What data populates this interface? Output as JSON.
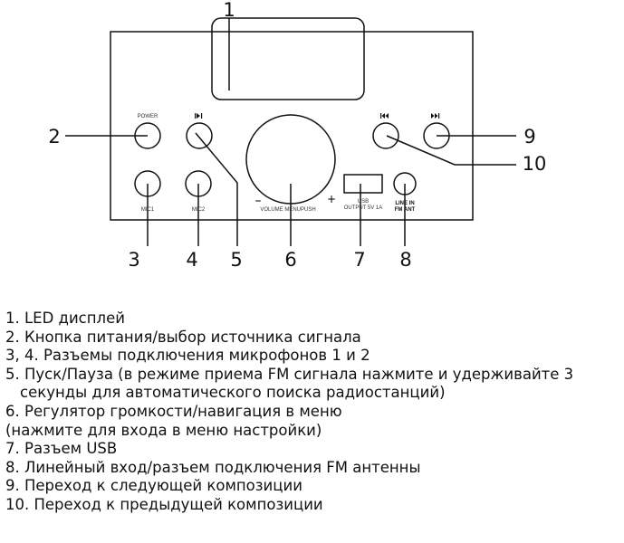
{
  "diagram": {
    "callouts": [
      "1",
      "2",
      "3",
      "4",
      "5",
      "6",
      "7",
      "8",
      "9",
      "10"
    ],
    "panel_labels": {
      "power": "POWER",
      "mic1": "MIC1",
      "mic2": "MIC2",
      "volume": "VOLUME MENUPUSH",
      "minus": "–",
      "plus": "+",
      "usb": "USB",
      "usb_output": "OUTPUT 5V 1A",
      "line_in": "LINE IN",
      "fm_ant": "FM ANT"
    }
  },
  "legend": [
    "1. LED дисплей",
    "2. Кнопка питания/выбор источника сигнала",
    "3, 4. Разъемы подключения микрофонов 1 и 2",
    "5. Пуск/Пауза (в режиме приема FM сигнала нажмите и удерживайте 3",
    "секунды для автоматического поиска радиостанций)",
    "6. Регулятор громкости/навигация в меню",
    "(нажмите для входа в меню настройки)",
    "7. Разъем USB",
    "8. Линейный вход/разъем подключения FM антенны",
    "9. Переход к следующей композиции",
    "10. Переход к предыдущей композиции"
  ]
}
